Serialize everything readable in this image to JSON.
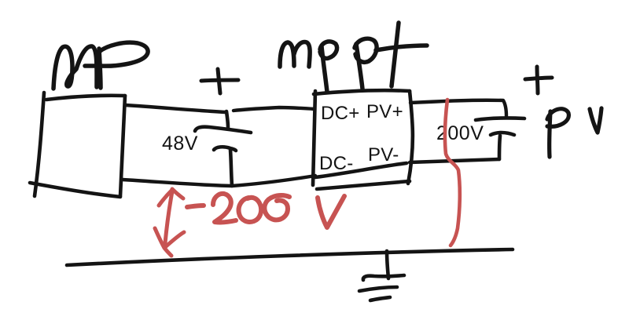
{
  "canvas": {
    "background": "#ffffff",
    "ink_color": "#141414",
    "annotation_color": "#c75352"
  },
  "handwritten": {
    "left_box_label": "mp",
    "converter_label": "mppt",
    "battery_plus_sign": "+",
    "pv_plus_sign": "+",
    "pv_source_label": "P V",
    "voltage_annotation": "-200V"
  },
  "typed": {
    "battery_voltage": "48V",
    "pv_voltage": "200V",
    "mppt_terminals": {
      "dc_plus": "DC+",
      "pv_plus": "PV+",
      "dc_minus": "DC-",
      "pv_minus": "PV-"
    }
  }
}
